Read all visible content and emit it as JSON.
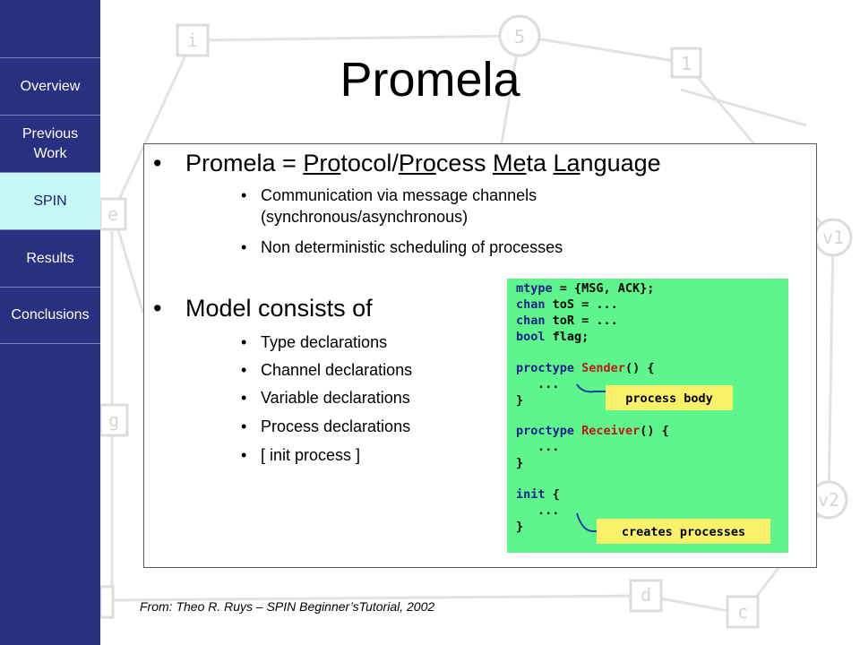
{
  "nav": [
    {
      "label": "Overview",
      "active": false
    },
    {
      "label": "Previous Work",
      "active": false
    },
    {
      "label": "SPIN",
      "active": true
    },
    {
      "label": "Results",
      "active": false
    },
    {
      "label": "Conclusions",
      "active": false
    }
  ],
  "title": "Promela",
  "bullets": {
    "main1": {
      "prefix": "Promela = ",
      "parts": [
        "Pro",
        "tocol/",
        "Pro",
        "cess ",
        "Me",
        "ta ",
        "La",
        "nguage"
      ]
    },
    "sub1": [
      "Communication via message channels (synchronous/asynchronous)",
      "Non deterministic scheduling of processes"
    ],
    "main2": "Model consists of",
    "sub2": [
      "Type declarations",
      "Channel declarations",
      "Variable declarations",
      "Process declarations",
      "[ init process ]"
    ]
  },
  "code": {
    "line1": {
      "kw": "mtype",
      "rest": " = {MSG, ACK};"
    },
    "line2": {
      "kw": "chan",
      "rest": " toS = ..."
    },
    "line3": {
      "kw": "chan",
      "rest": " toR = ..."
    },
    "line4": {
      "kw": "bool",
      "rest": " flag;"
    },
    "line5": {
      "kw": "proctype",
      "name": "Sender",
      "rest": "() {"
    },
    "line6": "...",
    "line7": "}",
    "line8": {
      "kw": "proctype",
      "name": "Receiver",
      "rest": "() {"
    },
    "line9": "...",
    "line10": "}",
    "line11": {
      "kw": "init",
      "rest": " {"
    },
    "line12": "...",
    "line13": "}",
    "callout1": "process body",
    "callout2": "creates processes"
  },
  "footer": "From: Theo R. Ruys – SPIN Beginner’sTutorial, 2002",
  "colors": {
    "sidebar": "#29307f",
    "nav_active": "#c8f7f7",
    "code_bg": "#5df58c",
    "callout": "#fbf069"
  },
  "background_nodes": [
    "i",
    "5",
    "1",
    "e",
    "v1",
    "g",
    "v2",
    "d",
    "c"
  ]
}
